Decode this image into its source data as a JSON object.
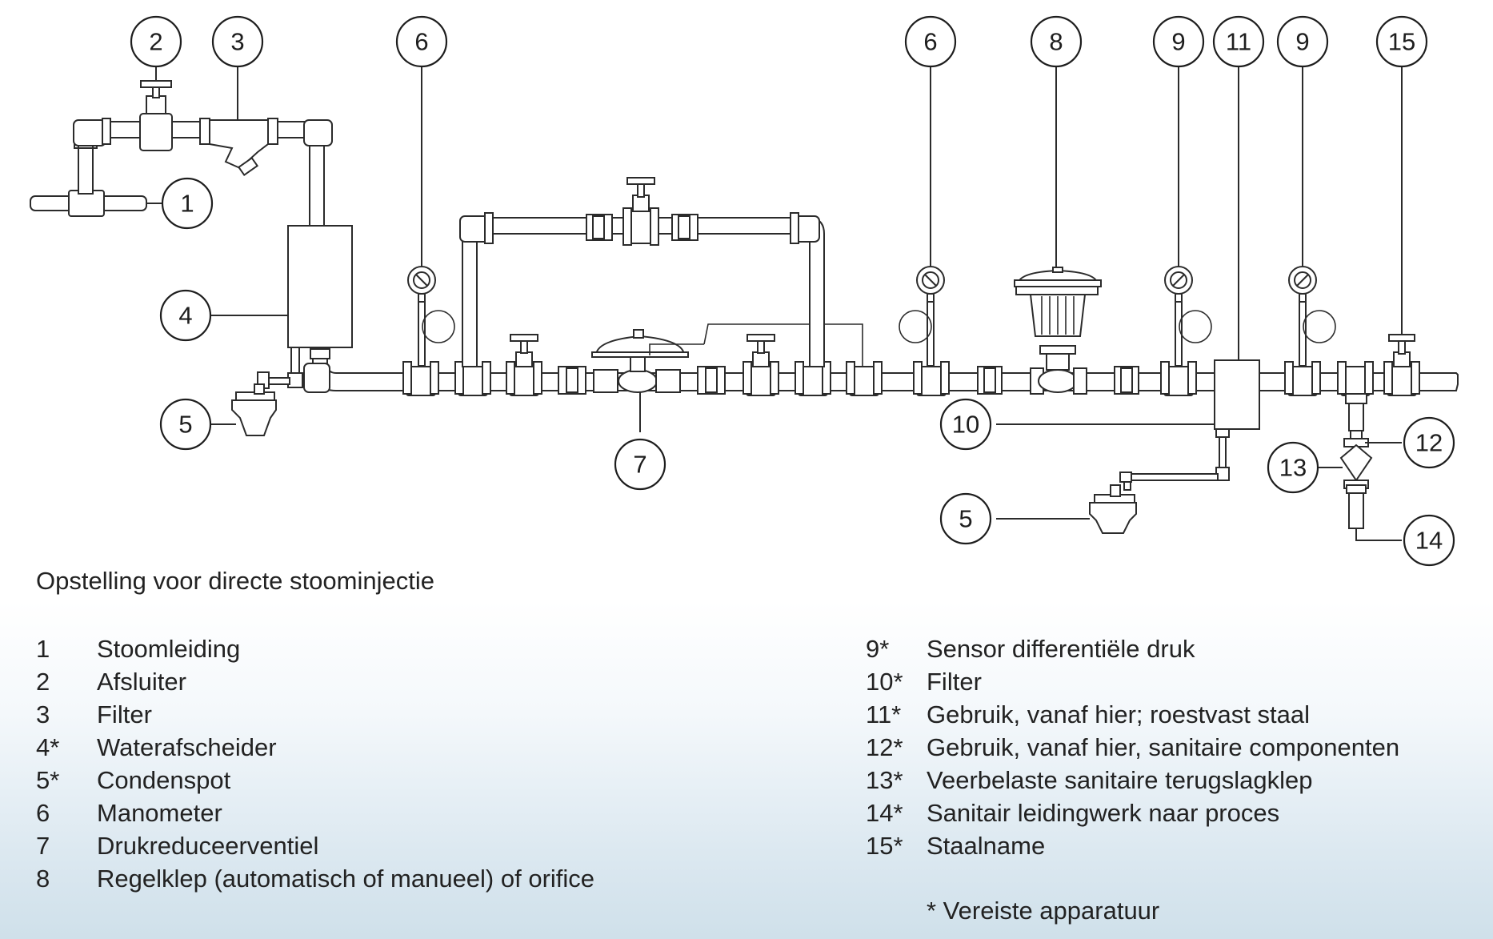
{
  "diagram": {
    "callouts": [
      {
        "id": "c2",
        "label": "2"
      },
      {
        "id": "c3",
        "label": "3"
      },
      {
        "id": "c6a",
        "label": "6"
      },
      {
        "id": "c6b",
        "label": "6"
      },
      {
        "id": "c8",
        "label": "8"
      },
      {
        "id": "c9a",
        "label": "9"
      },
      {
        "id": "c11",
        "label": "11"
      },
      {
        "id": "c9b",
        "label": "9"
      },
      {
        "id": "c15",
        "label": "15"
      },
      {
        "id": "c1",
        "label": "1"
      },
      {
        "id": "c4",
        "label": "4"
      },
      {
        "id": "c5a",
        "label": "5"
      },
      {
        "id": "c7",
        "label": "7"
      },
      {
        "id": "c10",
        "label": "10"
      },
      {
        "id": "c12",
        "label": "12"
      },
      {
        "id": "c13",
        "label": "13"
      },
      {
        "id": "c5b",
        "label": "5"
      },
      {
        "id": "c14",
        "label": "14"
      }
    ]
  },
  "caption": "Opstelling voor directe stoominjectie",
  "legend_left": [
    {
      "num": "1",
      "text": "Stoomleiding"
    },
    {
      "num": "2",
      "text": "Afsluiter"
    },
    {
      "num": "3",
      "text": "Filter"
    },
    {
      "num": "4*",
      "text": "Waterafscheider"
    },
    {
      "num": "5*",
      "text": "Condenspot"
    },
    {
      "num": "6",
      "text": "Manometer"
    },
    {
      "num": "7",
      "text": "Drukreduceerventiel"
    },
    {
      "num": "8",
      "text": "Regelklep (automatisch of manueel) of orifice"
    }
  ],
  "legend_right": [
    {
      "num": "9*",
      "text": "Sensor differentiële druk"
    },
    {
      "num": "10*",
      "text": "Filter"
    },
    {
      "num": "11*",
      "text": "Gebruik, vanaf hier; roestvast staal"
    },
    {
      "num": "12*",
      "text": "Gebruik, vanaf hier, sanitaire componenten"
    },
    {
      "num": "13*",
      "text": "Veerbelaste sanitaire terugslagklep"
    },
    {
      "num": "14*",
      "text": "Sanitair leidingwerk naar proces"
    },
    {
      "num": "15*",
      "text": "Staalname"
    }
  ],
  "footnote": "* Vereiste apparatuur"
}
